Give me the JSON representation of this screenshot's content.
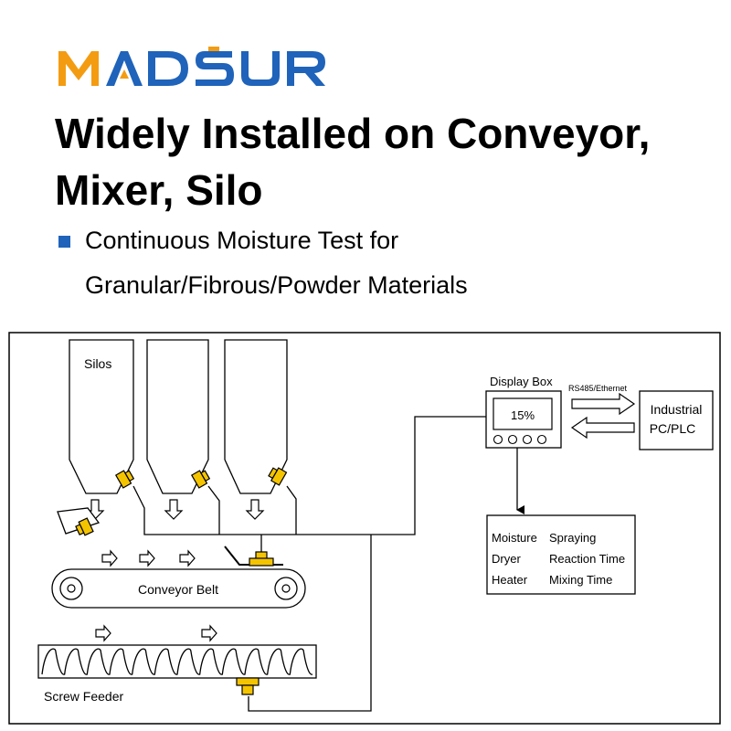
{
  "brand": {
    "logo_text": "MADSUR",
    "colors": {
      "orange": "#f39c12",
      "blue": "#1f63ba"
    }
  },
  "headline": {
    "line1": "Widely Installed on Conveyor,",
    "line2": "Mixer, Silo"
  },
  "bullet": {
    "line1": "Continuous Moisture Test for",
    "line2": "Granular/Fibrous/Powder Materials"
  },
  "diagram": {
    "silos_label": "Silos",
    "display_box_label": "Display Box",
    "display_value": "15%",
    "comm_label": "RS485/Ethernet",
    "plc_line1": "Industrial",
    "plc_line2": "PC/PLC",
    "conveyor_label": "Conveyor Belt",
    "screw_label": "Screw Feeder",
    "outputs": {
      "col1": [
        "Moisture",
        "Dryer",
        "Heater"
      ],
      "col2": [
        "Spraying",
        "Reaction Time",
        "Mixing Time"
      ]
    },
    "colors": {
      "sensor": "#f5c400",
      "line": "#000000"
    }
  }
}
